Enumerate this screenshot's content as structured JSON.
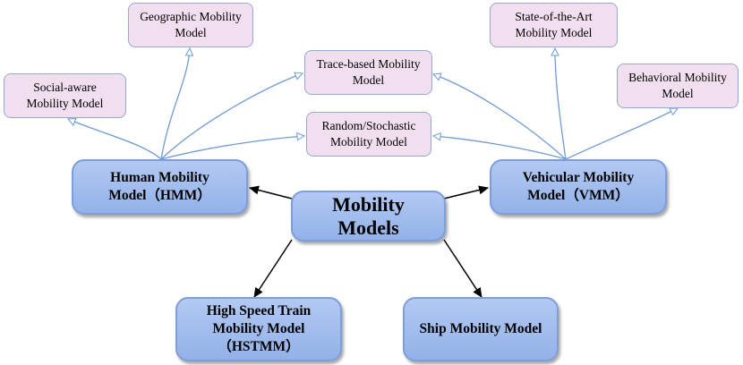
{
  "center": {
    "label": "Mobility Models"
  },
  "human": {
    "label": "Human Mobility\nModel（HMM）"
  },
  "vehicular": {
    "label": "Vehicular Mobility\nModel（VMM）"
  },
  "train": {
    "label": "High Speed Train\nMobility Model\n（HSTMM）"
  },
  "ship": {
    "label": "Ship Mobility Model"
  },
  "geographic": {
    "label": "Geographic Mobility\nModel"
  },
  "social": {
    "label": "Social-aware\nMobility Model"
  },
  "trace": {
    "label": "Trace-based Mobility\nModel"
  },
  "random": {
    "label": "Random/Stochastic\nMobility Model"
  },
  "state_of_art": {
    "label": "State-of-the-Art\nMobility Model"
  },
  "behavioral": {
    "label": "Behavioral  Mobility\nModel"
  },
  "colors": {
    "main_node": "#a6c0ef",
    "sub_node": "#f1dfef",
    "connector": "#6f9ad6",
    "arrow": "#000000"
  }
}
